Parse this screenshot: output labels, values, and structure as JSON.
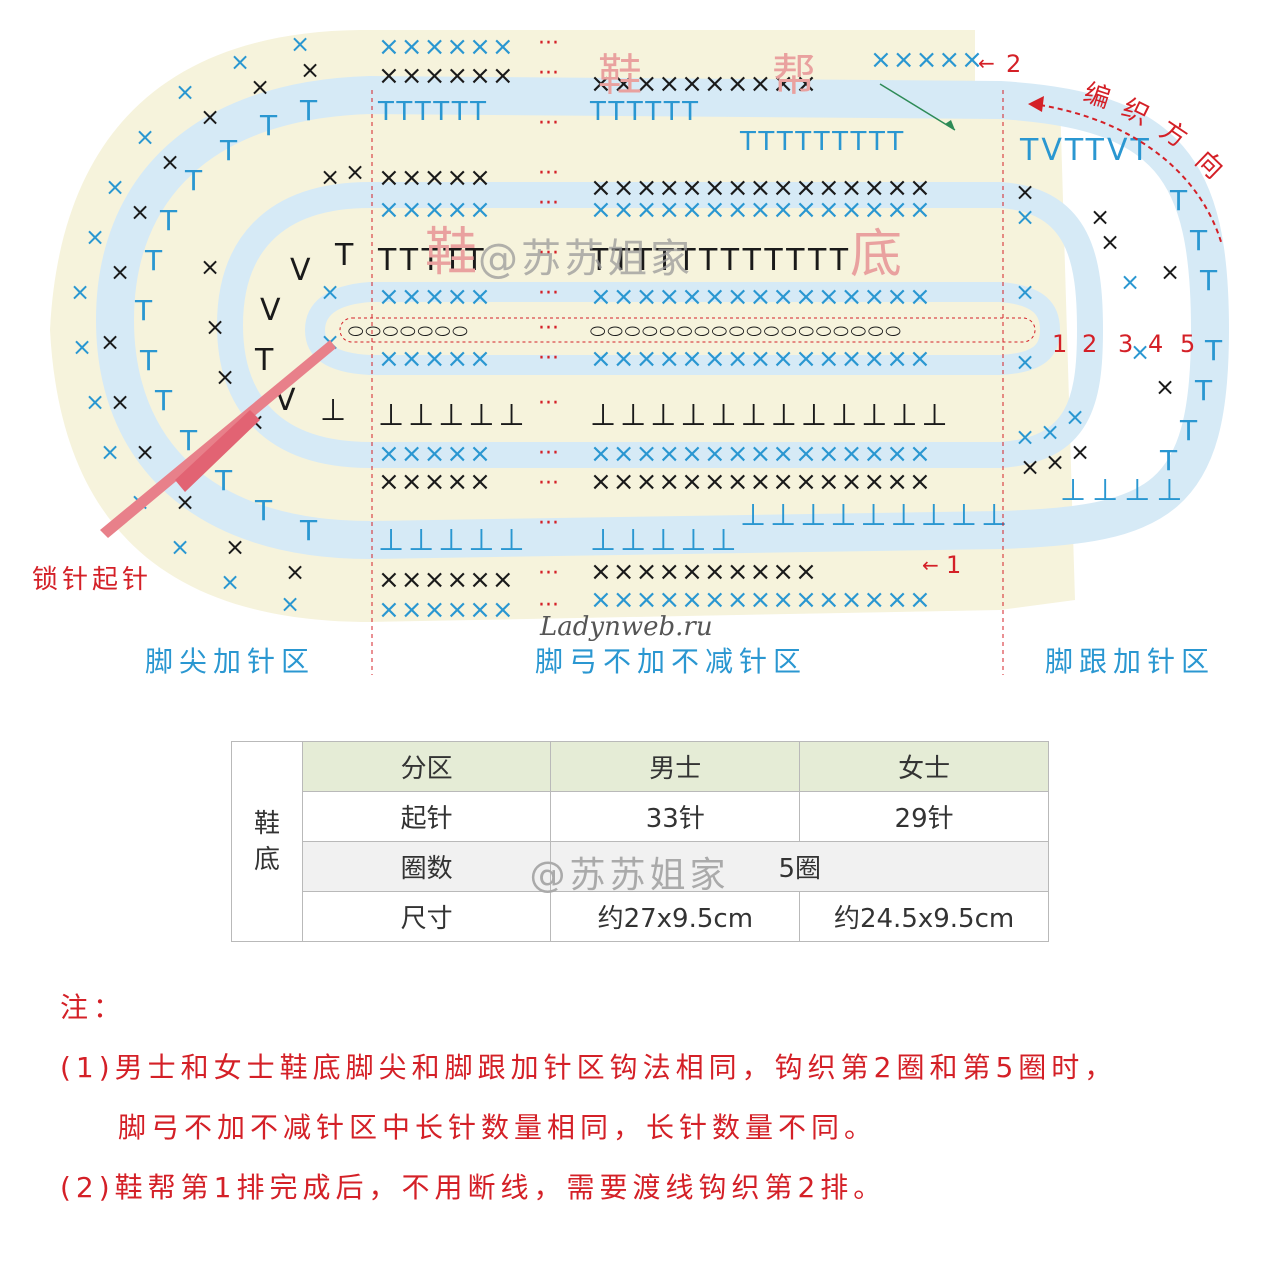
{
  "diagram": {
    "left_zone_label": "脚尖加针区",
    "middle_zone_label": "脚弓不加不减针区",
    "right_zone_label": "脚跟加针区",
    "start_label": "锁针起针",
    "direction_label": "编织方向",
    "upper_title_chars": [
      "鞋",
      "帮"
    ],
    "sole_title_chars": [
      "鞋",
      "底"
    ],
    "watermark": "@苏苏姐家",
    "site_watermark": "Ladynweb.ru",
    "row_marker_1": "1",
    "row_marker_2": "2",
    "round_numbers": [
      "1",
      "2",
      "3",
      "4",
      "5"
    ],
    "ellipsis": "···",
    "colors": {
      "blue": "#2a97d1",
      "red": "#d42027",
      "light_blue_band": "#d6eaf6",
      "cream_band": "#f6f3dc",
      "dark_symbol": "#1a1a1a"
    }
  },
  "table": {
    "side_label_1": "鞋",
    "side_label_2": "底",
    "headers": [
      "分区",
      "男士",
      "女士"
    ],
    "rows": [
      [
        "起针",
        "33针",
        "29针"
      ],
      [
        "圈数",
        "5圈"
      ],
      [
        "尺寸",
        "约27x9.5cm",
        "约24.5x9.5cm"
      ]
    ],
    "watermark": "@苏苏姐家"
  },
  "notes": {
    "title": "注：",
    "line1": "(1)男士和女士鞋底脚尖和脚跟加针区钩法相同，钩织第2圈和第5圈时，",
    "line2": "脚弓不加不减针区中长针数量相同，长针数量不同。",
    "line3": "(2)鞋帮第1排完成后，不用断线，需要渡线钩织第2排。"
  }
}
